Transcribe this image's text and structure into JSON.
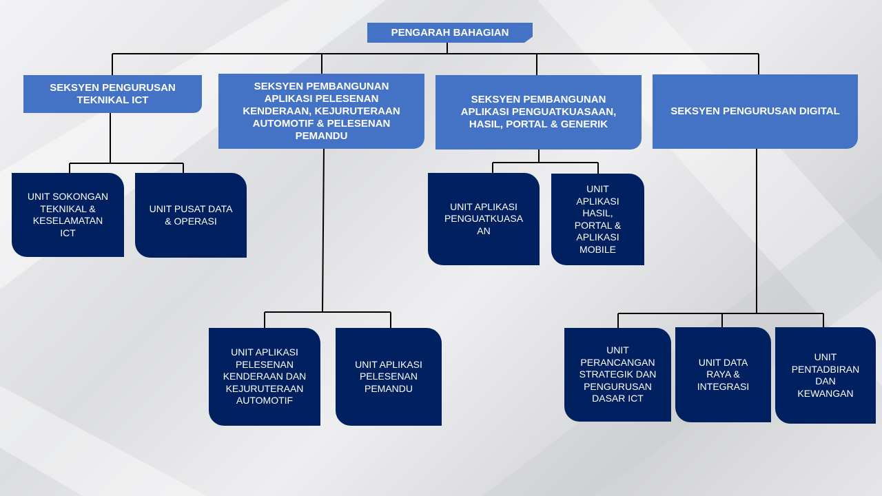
{
  "director": "PENGARAH BAHAGIAN",
  "sections": [
    {
      "label": "SEKSYEN PENGURUSAN\nTEKNIKAL ICT",
      "units": [
        "UNIT SOKONGAN\nTEKNIKAL &\nKESELAMATAN\nICT",
        "UNIT PUSAT DATA\n& OPERASI"
      ]
    },
    {
      "label": "SEKSYEN PEMBANGUNAN\nAPLIKASI PELESENAN\nKENDERAAN, KEJURUTERAAN\nAUTOMOTIF & PELESENAN\nPEMANDU",
      "units": [
        "UNIT APLIKASI\nPELESENAN\nKENDERAAN DAN\nKEJURUTERAAN\nAUTOMOTIF",
        "UNIT APLIKASI\nPELESENAN\nPEMANDU"
      ]
    },
    {
      "label": "SEKSYEN PEMBANGUNAN\nAPLIKASI PENGUATKUASAAN,\nHASIL, PORTAL & GENERIK",
      "units": [
        "UNIT APLIKASI\nPENGUATKUASA\nAN",
        "UNIT\nAPLIKASI\nHASIL,\nPORTAL &\nAPLIKASI\nMOBILE"
      ]
    },
    {
      "label": "SEKSYEN PENGURUSAN DIGITAL",
      "units": [
        "UNIT\nPERANCANGAN\nSTRATEGIK DAN\nPENGURUSAN\nDASAR ICT",
        "UNIT DATA\nRAYA &\nINTEGRASI",
        "UNIT\nPENTADBIRAN\nDAN\nKEWANGAN"
      ]
    }
  ],
  "colors": {
    "section_fill": "#4472c4",
    "unit_fill": "#002060",
    "connector": "#000000",
    "text": "#ffffff"
  }
}
